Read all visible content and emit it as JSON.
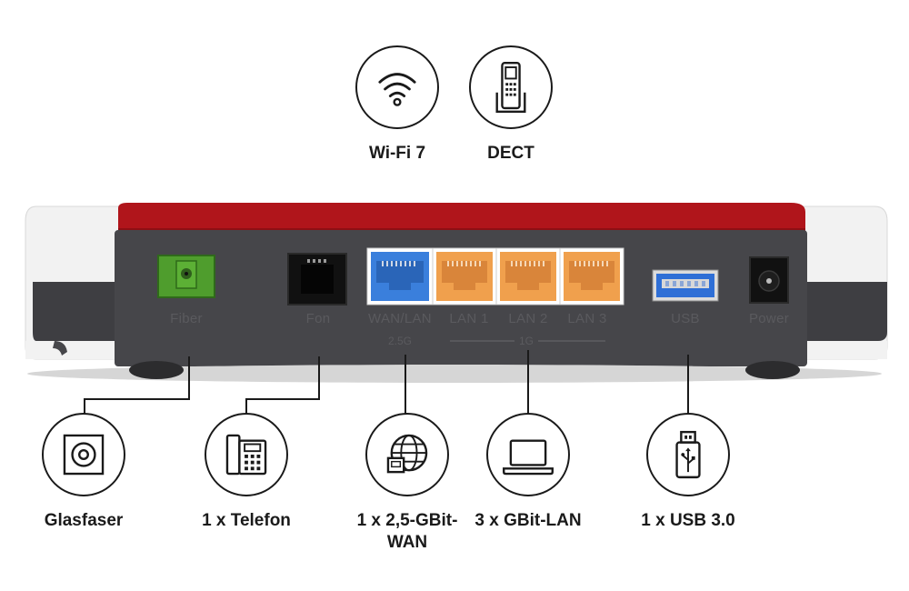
{
  "top_features": [
    {
      "icon": "wifi-icon",
      "label": "Wi-Fi 7"
    },
    {
      "icon": "dect-handset-icon",
      "label": "DECT"
    }
  ],
  "ports": {
    "fiber": "Fiber",
    "fon": "Fon",
    "wan_lan": "WAN/LAN",
    "lan1": "LAN 1",
    "lan2": "LAN 2",
    "lan3": "LAN 3",
    "usb": "USB",
    "power": "Power",
    "speed_wan": "2.5G",
    "speed_lan": "1G"
  },
  "bottom_features": [
    {
      "icon": "fiber-socket-icon",
      "label": "Glasfaser"
    },
    {
      "icon": "telephone-icon",
      "label": "1 x Telefon"
    },
    {
      "icon": "globe-wan-icon",
      "label": "1 x 2,5-GBit-WAN"
    },
    {
      "icon": "laptop-icon",
      "label": "3 x GBit-LAN"
    },
    {
      "icon": "usb-stick-icon",
      "label": "1 x USB 3.0"
    }
  ],
  "colors": {
    "housing_red": "#b0151b",
    "panel_gray": "#46464a",
    "fiber_green": "#4f9d2d",
    "wan_blue": "#3a7fdc",
    "lan_orange": "#f0a04d",
    "usb_blue": "#2f6fd6"
  }
}
